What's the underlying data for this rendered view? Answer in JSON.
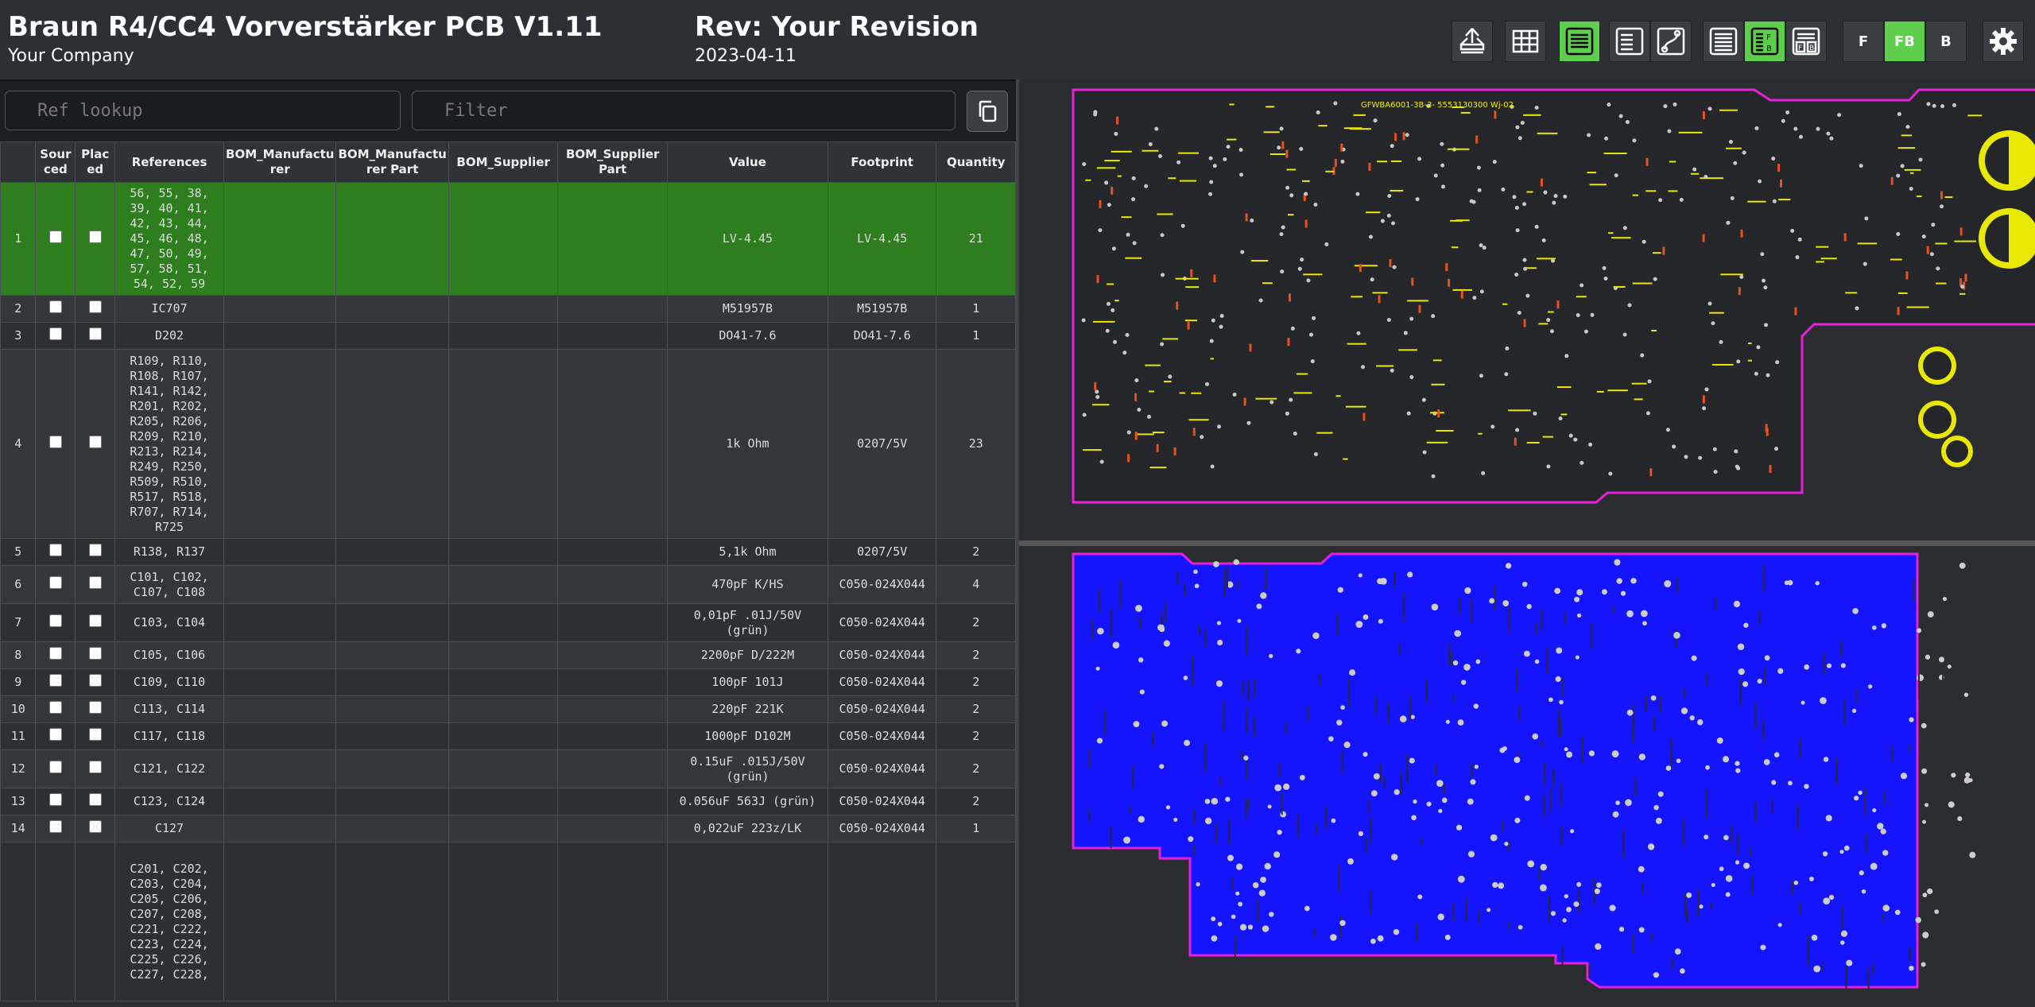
{
  "header": {
    "title": "Braun R4/CC4 Vorverstärker PCB V1.11",
    "company": "Your Company",
    "revision": "Rev: Your Revision",
    "date": "2023-04-11",
    "layer_buttons": [
      "F",
      "FB",
      "B"
    ],
    "active_layer": "FB"
  },
  "filters": {
    "ref_placeholder": "Ref lookup",
    "filter_placeholder": "Filter"
  },
  "colors": {
    "highlight_row": "#2e7d1e",
    "active_button": "#5dcf4c",
    "board_outline": "#e81fd8",
    "front_silk": "#f0f000",
    "back_copper": "#1414ff"
  },
  "table": {
    "headers": [
      "",
      "Sourced",
      "Placed",
      "References",
      "BOM_Manufacturer",
      "BOM_Manufacturer Part",
      "BOM_Supplier",
      "BOM_Supplier Part",
      "Value",
      "Footprint",
      "Quantity"
    ],
    "header_display": [
      "",
      "Sour ced",
      "Plac ed",
      "References",
      "BOM_Manufactu rer",
      "BOM_Manufactu rer Part",
      "BOM_Supplier",
      "BOM_Supplier Part",
      "Value",
      "Footprint",
      "Quantity"
    ],
    "rows": [
      {
        "n": "1",
        "refs": "56, 55, 38, 39, 40, 41, 42, 43, 44, 45, 46, 48, 47, 50, 49, 57, 58, 51, 54, 52, 59",
        "value": "LV-4.45",
        "footprint": "LV-4.45",
        "qty": "21"
      },
      {
        "n": "2",
        "refs": "IC707",
        "value": "M51957B",
        "footprint": "M51957B",
        "qty": "1"
      },
      {
        "n": "3",
        "refs": "D202",
        "value": "DO41-7.6",
        "footprint": "DO41-7.6",
        "qty": "1"
      },
      {
        "n": "4",
        "refs": "R109, R110, R108, R107, R141, R142, R201, R202, R205, R206, R209, R210, R213, R214, R249, R250, R509, R510, R517, R518, R707, R714, R725",
        "value": "1k Ohm",
        "footprint": "0207/5V",
        "qty": "23"
      },
      {
        "n": "5",
        "refs": "R138, R137",
        "value": "5,1k Ohm",
        "footprint": "0207/5V",
        "qty": "2"
      },
      {
        "n": "6",
        "refs": "C101, C102, C107, C108",
        "value": "470pF K/HS",
        "footprint": "C050-024X044",
        "qty": "4"
      },
      {
        "n": "7",
        "refs": "C103, C104",
        "value": "0,01pF .01J/50V (grün)",
        "footprint": "C050-024X044",
        "qty": "2"
      },
      {
        "n": "8",
        "refs": "C105, C106",
        "value": "2200pF D/222M",
        "footprint": "C050-024X044",
        "qty": "2"
      },
      {
        "n": "9",
        "refs": "C109, C110",
        "value": "100pF 101J",
        "footprint": "C050-024X044",
        "qty": "2"
      },
      {
        "n": "10",
        "refs": "C113, C114",
        "value": "220pF 221K",
        "footprint": "C050-024X044",
        "qty": "2"
      },
      {
        "n": "11",
        "refs": "C117, C118",
        "value": "1000pF D102M",
        "footprint": "C050-024X044",
        "qty": "2"
      },
      {
        "n": "12",
        "refs": "C121, C122",
        "value": "0.15uF .015J/50V (grün)",
        "footprint": "C050-024X044",
        "qty": "2"
      },
      {
        "n": "13",
        "refs": "C123, C124",
        "value": "0.056uF 563J (grün)",
        "footprint": "C050-024X044",
        "qty": "2"
      },
      {
        "n": "14",
        "refs": "C127",
        "value": "0,022uF 223z/LK",
        "footprint": "C050-024X044",
        "qty": "1"
      },
      {
        "n": "",
        "refs": "C201, C202, C203, C204, C205, C206, C207, C208, C221, C222, C223, C224, C225, C226, C227, C228,",
        "value": "",
        "footprint": "",
        "qty": ""
      }
    ]
  },
  "pcb": {
    "front_silk_text": "GFWBA6001-3B-3- 5553130300 Wj-02"
  }
}
